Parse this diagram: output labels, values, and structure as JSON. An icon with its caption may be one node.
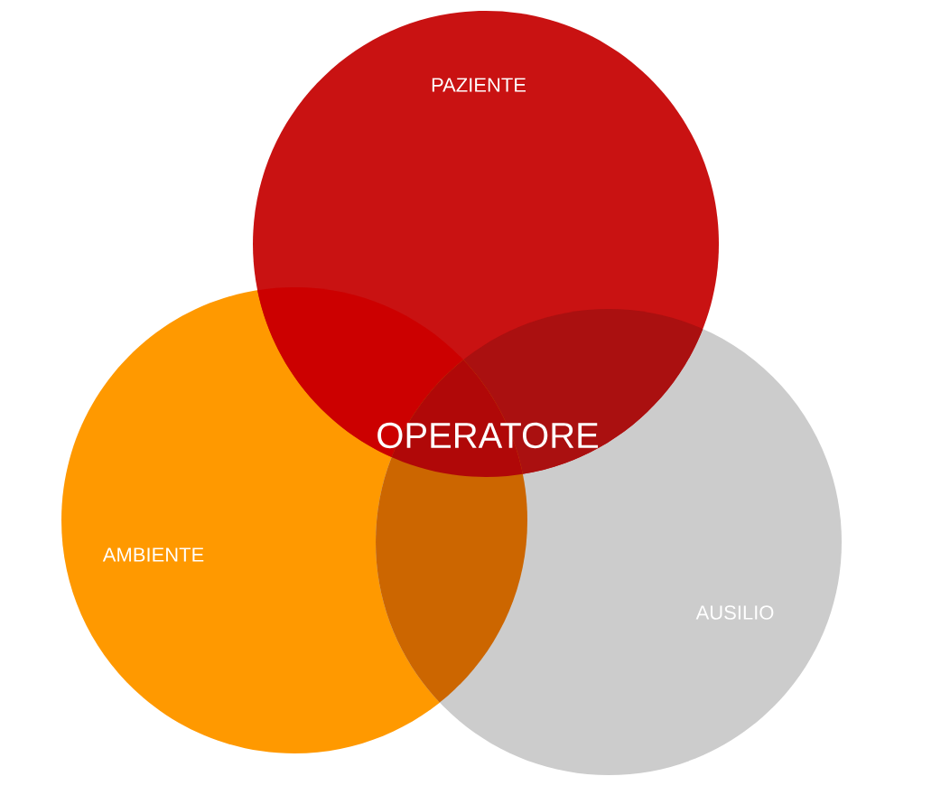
{
  "diagram": {
    "nodes": [
      {
        "text": [
          "PAZIENTE"
        ]
      },
      {
        "text": [
          "AMBIENTE"
        ]
      },
      {
        "text": [
          "AUSILIO"
        ]
      }
    ],
    "labels": [
      "OPERATORE"
    ]
  }
}
